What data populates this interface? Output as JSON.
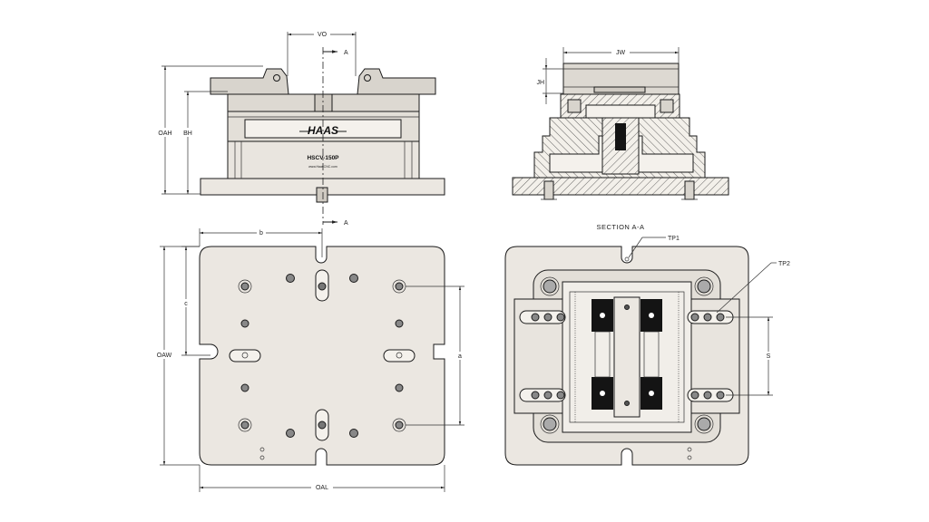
{
  "colors": {
    "plate_fill": "#ebe7e1",
    "jaw_fill": "#d8d4cd",
    "body_fill": "#e6e2dc",
    "dark_fill": "#141414",
    "line": "#1a1a1a",
    "hatch": "#444444"
  },
  "front_view": {
    "dims": {
      "vo": "VO",
      "oah": "OAH",
      "bh": "BH"
    },
    "section_marks": {
      "top": "A",
      "bottom": "A"
    },
    "logo_text": "HAAS",
    "model_label": "HSCV-150P",
    "url_text": "www.HaasCNC.com"
  },
  "side_section": {
    "dims": {
      "jw": "JW",
      "jh": "JH"
    }
  },
  "top_view": {
    "dims": {
      "b": "b",
      "c": "c",
      "oaw": "OAW",
      "a": "a",
      "oal": "OAL"
    }
  },
  "section_view": {
    "title": "SECTION A-A",
    "callouts": {
      "tp1": "TP1",
      "tp2": "TP2"
    },
    "dims": {
      "s": "S"
    }
  }
}
